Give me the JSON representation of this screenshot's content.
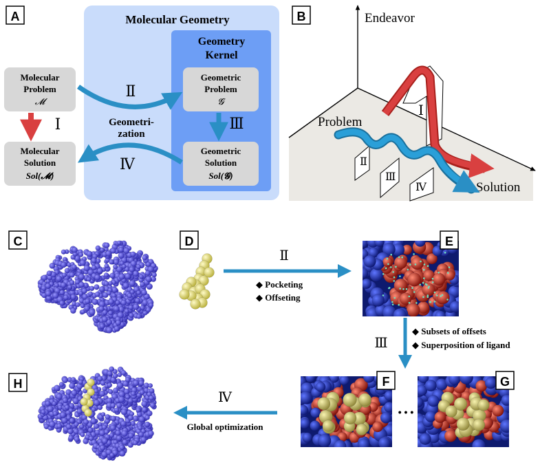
{
  "panels": {
    "A": "A",
    "B": "B",
    "C": "C",
    "D": "D",
    "E": "E",
    "F": "F",
    "G": "G",
    "H": "H"
  },
  "panelA": {
    "molecular_geometry_title": "Molecular Geometry",
    "kernel_title_line1": "Geometry",
    "kernel_title_line2": "Kernel",
    "mol_problem": {
      "line1": "Molecular",
      "line2": "Problem",
      "symbol": "𝓜"
    },
    "mol_solution": {
      "line1": "Molecular",
      "line2": "Solution",
      "symbol": "Sol(𝓜)"
    },
    "geo_problem": {
      "line1": "Geometric",
      "line2": "Problem",
      "symbol": "𝓖"
    },
    "geo_solution": {
      "line1": "Geometric",
      "line2": "Solution",
      "symbol": "Sol(𝓖)"
    },
    "step_I": "Ⅰ",
    "step_II": "Ⅱ",
    "step_III": "Ⅲ",
    "step_IV": "Ⅳ",
    "geometrization_line1": "Geometri-",
    "geometrization_line2": "zation"
  },
  "panelB": {
    "endeavor": "Endeavor",
    "problem": "Problem",
    "solution": "Solution",
    "step_I": "Ⅰ",
    "step_II": "Ⅱ",
    "step_III": "Ⅲ",
    "step_IV": "Ⅳ"
  },
  "bottom": {
    "step_II": "Ⅱ",
    "step_III": "Ⅲ",
    "step_IV": "Ⅳ",
    "pocketing": "Pocketing",
    "offseting": "Offseting",
    "subsets_of_offsets": "Subsets of offsets",
    "superposition_of_ligand": "Superposition of ligand",
    "global_optimization": "Global optimization",
    "ellipsis": "• • •"
  },
  "colors": {
    "outer_box": "#c9dcfb",
    "kernel_box": "#6d9ef5",
    "node_box": "#d7d7d7",
    "blue_arrow": "#2a8fc5",
    "red_arrow": "#d94040",
    "protein": "#7a74e0",
    "ligand": "#f2ec7a",
    "pocket_red": "#c42a1e",
    "pocket_blue": "#2b3fbf"
  }
}
